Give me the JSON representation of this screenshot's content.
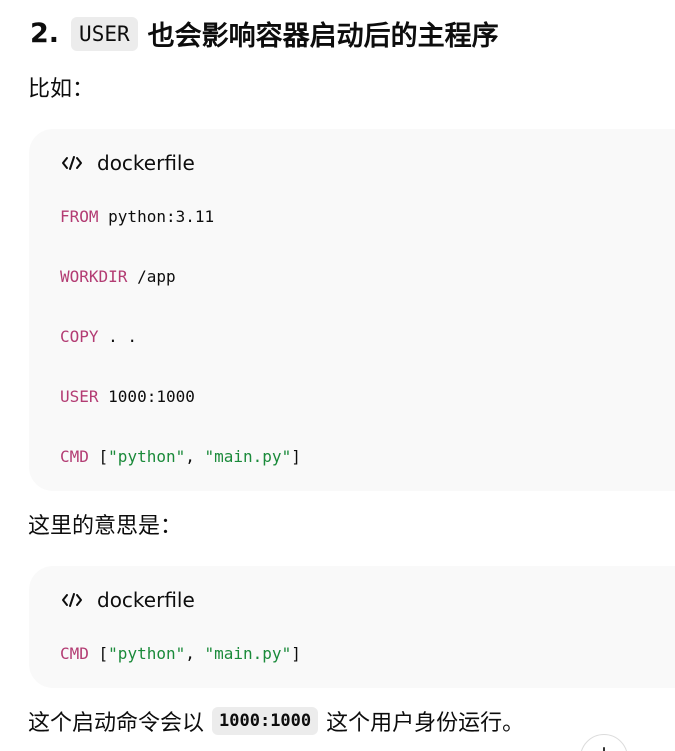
{
  "heading": {
    "number": "2.",
    "code": "USER",
    "text": "也会影响容器启动后的主程序"
  },
  "intro_text": "比如：",
  "code_block_1": {
    "language": "dockerfile",
    "lines": [
      {
        "kw": "FROM",
        "rest": " python:3.11"
      },
      {
        "kw": "WORKDIR",
        "rest": " /app"
      },
      {
        "kw": "COPY",
        "rest": " . ."
      },
      {
        "kw": "USER",
        "rest": " 1000:1000"
      },
      {
        "kw": "CMD",
        "p1": " [",
        "s1": "\"python\"",
        "p2": ", ",
        "s2": "\"main.py\"",
        "p3": "]"
      }
    ]
  },
  "explain_text": "这里的意思是：",
  "code_block_2": {
    "language": "dockerfile",
    "line": {
      "kw": "CMD",
      "p1": " [",
      "s1": "\"python\"",
      "p2": ", ",
      "s2": "\"main.py\"",
      "p3": "]"
    }
  },
  "final_text": {
    "before": "这个启动命令会以",
    "code": "1000:1000",
    "after": "这个用户身份运行。"
  },
  "icons": {
    "code_header": "code-icon",
    "scroll": "scroll-down-icon"
  },
  "colors": {
    "keyword": "#b33c73",
    "string": "#1a8a3a",
    "code_bg": "#f9f9f9",
    "inline_code_bg": "#ececec"
  }
}
